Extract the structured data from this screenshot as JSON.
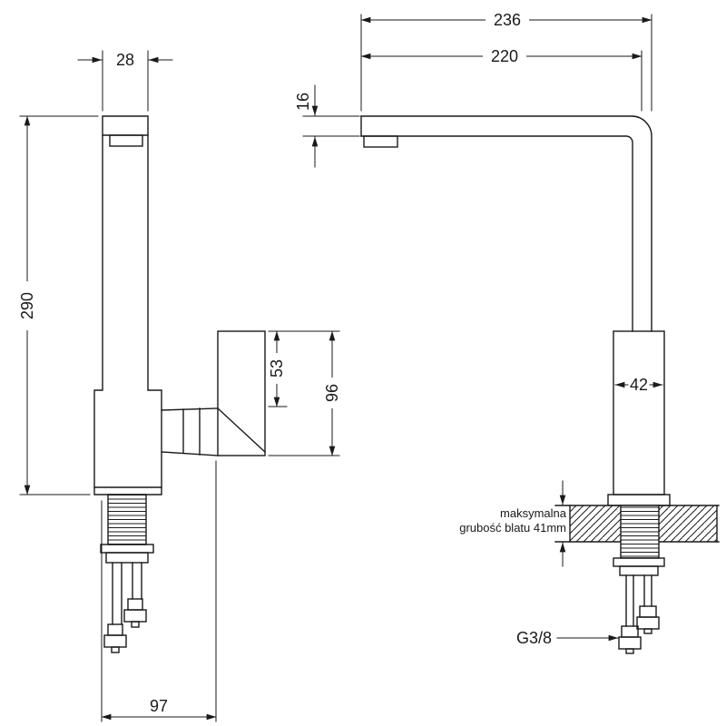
{
  "drawing": {
    "front_view": {
      "dim_spout_width": "28",
      "dim_total_height": "290",
      "dim_handle_upper": "53",
      "dim_handle_height": "96",
      "dim_base_depth": "97"
    },
    "side_view": {
      "dim_total_reach": "236",
      "dim_spout_reach": "220",
      "dim_spout_height": "16",
      "dim_body_width": "42",
      "countertop_note_line1": "maksymalna",
      "countertop_note_line2": "grubość blatu 41mm",
      "thread_size": "G3/8"
    },
    "colors": {
      "line": "#1a1a1a",
      "background": "#ffffff"
    }
  }
}
